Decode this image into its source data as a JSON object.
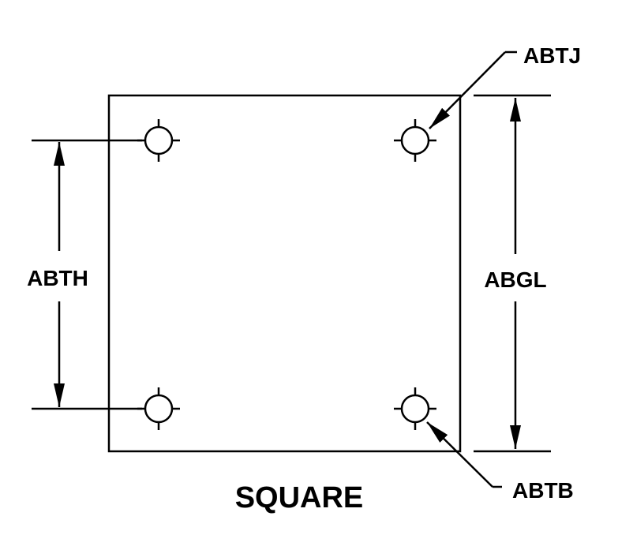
{
  "diagram": {
    "shape_label": "SQUARE",
    "labels": {
      "hole_spacing": "ABTH",
      "overall_length": "ABGL",
      "top_hole_callout": "ABTJ",
      "bottom_hole_callout": "ABTB"
    },
    "colors": {
      "line": "#000000",
      "background": "#ffffff"
    }
  }
}
